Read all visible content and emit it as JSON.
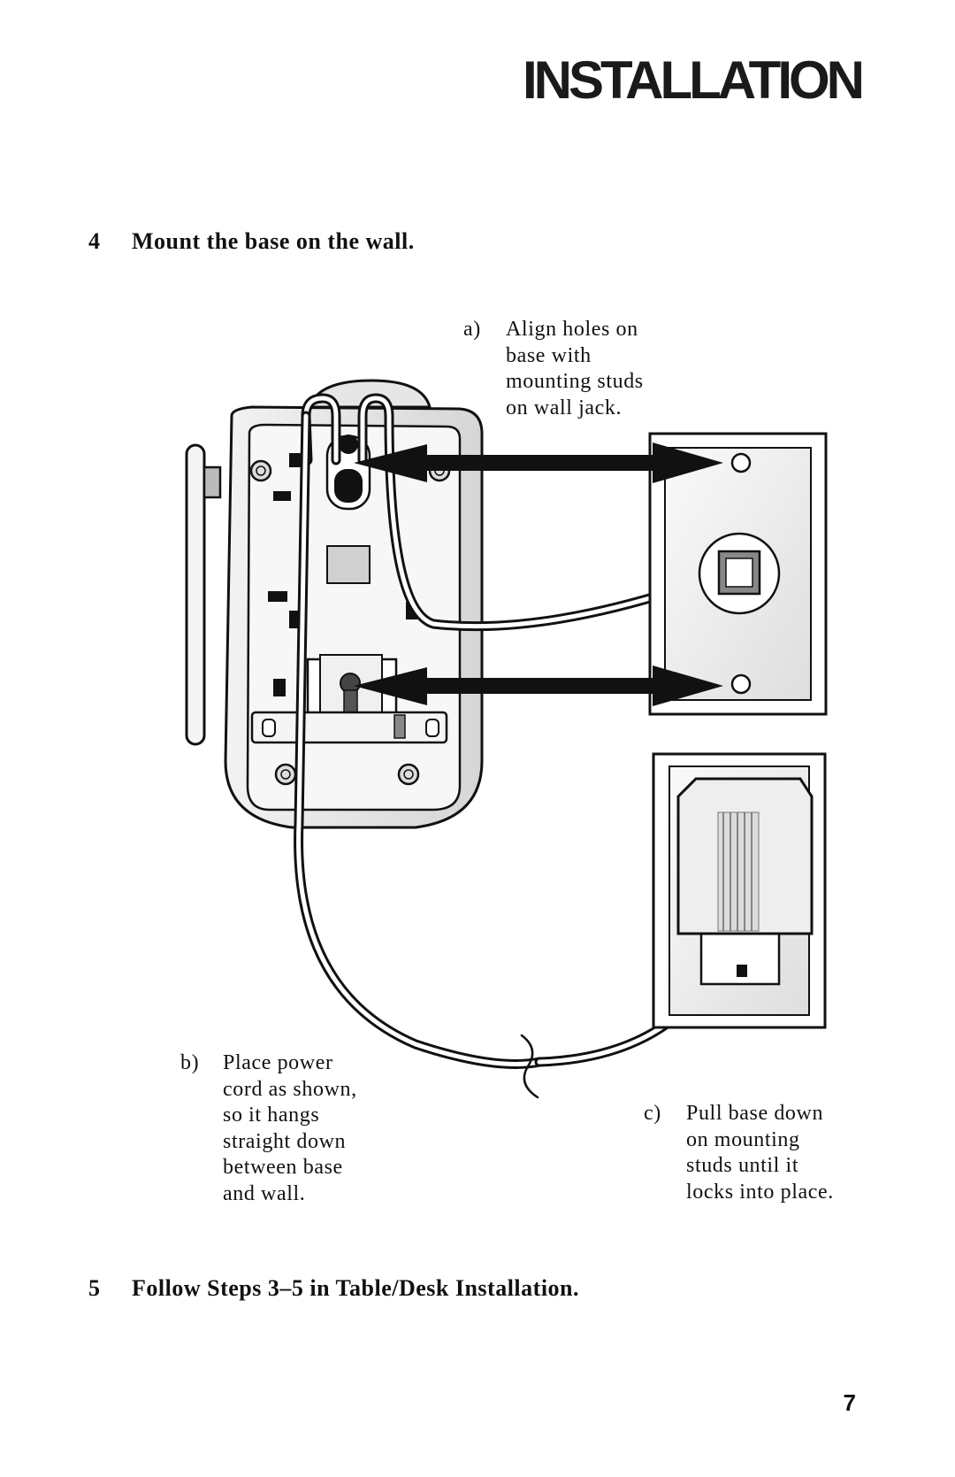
{
  "header": {
    "title": "INSTALLATION"
  },
  "steps": [
    {
      "num": "4",
      "text": "Mount the base on the wall."
    },
    {
      "num": "5",
      "text": "Follow Steps 3–5 in Table/Desk Installation."
    }
  ],
  "callouts": {
    "a": {
      "label": "a)",
      "lines": [
        "Align holes on",
        "base with",
        "mounting studs",
        "on wall jack."
      ]
    },
    "b": {
      "label": "b)",
      "lines": [
        "Place power",
        "cord as shown,",
        "so it hangs",
        "straight down",
        "between base",
        "and wall."
      ]
    },
    "c": {
      "label": "c)",
      "lines": [
        "Pull base down",
        "on mounting",
        "studs until it",
        "locks into place."
      ]
    }
  },
  "footer": {
    "page_number": "7"
  }
}
